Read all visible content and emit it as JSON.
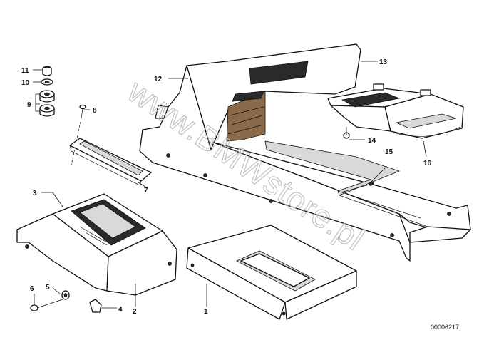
{
  "diagram": {
    "watermark": "www.BMWstore.pl",
    "document_number": "00006217",
    "callouts": [
      {
        "id": "1",
        "label": "1"
      },
      {
        "id": "2",
        "label": "2"
      },
      {
        "id": "3",
        "label": "3"
      },
      {
        "id": "4",
        "label": "4"
      },
      {
        "id": "5",
        "label": "5"
      },
      {
        "id": "6",
        "label": "6"
      },
      {
        "id": "7",
        "label": "7"
      },
      {
        "id": "8",
        "label": "8"
      },
      {
        "id": "9",
        "label": "9"
      },
      {
        "id": "10",
        "label": "10"
      },
      {
        "id": "11",
        "label": "11"
      },
      {
        "id": "12",
        "label": "12"
      },
      {
        "id": "13",
        "label": "13"
      },
      {
        "id": "14",
        "label": "14"
      },
      {
        "id": "15",
        "label": "15"
      },
      {
        "id": "16",
        "label": "16"
      }
    ]
  }
}
